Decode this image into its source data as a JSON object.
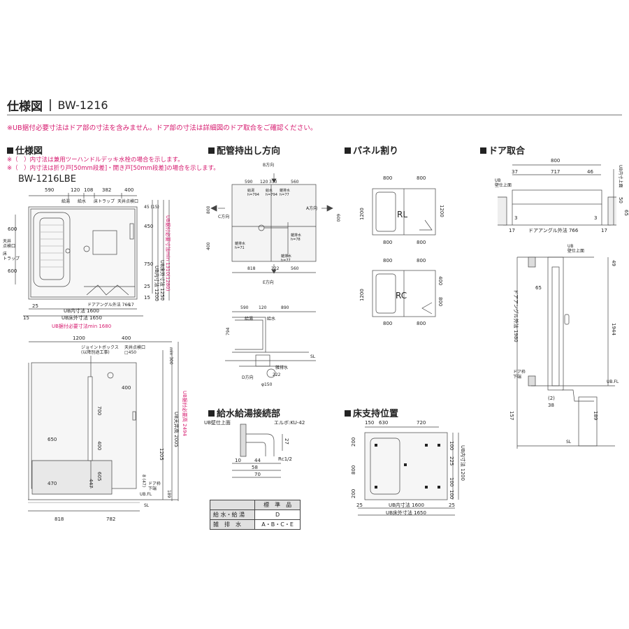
{
  "header": {
    "title": "仕様図",
    "model": "BW-1216"
  },
  "notice": "※UB据付必要寸法はドア部の寸法を含みません。ドア部の寸法は詳細図のドア取合をご確認ください。",
  "sections": {
    "spec": "仕様図",
    "piping": "配管持出し方向",
    "panel": "パネル割り",
    "door": "ドア取合",
    "supply": "給水給湯接続部",
    "floor": "床支持位置"
  },
  "spec_notes": [
    "※（　）内寸法は兼用ツーハンドルデッキ水栓の場合を示します。",
    "※（　）内寸法は折り戸[50mm段差]・開き戸[50mm段差]の場合を示します。"
  ],
  "spec_model": "BW-1216LBE",
  "plan": {
    "top_dims": [
      "590",
      "120",
      "108",
      "382",
      "400"
    ],
    "label_supply": "給湯",
    "label_water": "給水",
    "label_drain": "床トラップ",
    "label_ceiling": "天井点検口",
    "label_ceiling2": "天井\n点検口",
    "label_trap": "床\nトラップ",
    "right_dims": [
      "45 (15)",
      "450",
      "1200",
      "750",
      "25",
      "15"
    ],
    "left_dims": [
      "600",
      "600"
    ],
    "ub_inner_h": "UB内寸法 1200",
    "ub_outer_h": "UB床外寸法 1250",
    "ub_min_h": "UB据付必要寸法min 1310(1280)",
    "door_angle": "ドアアングル外法 766",
    "door_17": "17",
    "bottom_25": "25",
    "ub_inner_w": "UB内寸法 1600",
    "ub_outer_w": "UB床外寸法 1650",
    "ub_min_w": "UB据付必要寸法min 1680",
    "dim_15": "15"
  },
  "elevation": {
    "top": [
      "1200",
      "400"
    ],
    "junction": "ジョイントボックス\n(以降別途工事)",
    "ceiling_sq": "天井点検口\n□450",
    "min300": "min 300",
    "d400": "400",
    "d700": "700",
    "d650": "650",
    "d400b": "400",
    "d1205": "1205",
    "d605": "605",
    "d447": "447",
    "d470": "470",
    "d8": "8 (47)",
    "door_frame": "ドア枠\n下端",
    "ubfl": "UB.FL",
    "sl": "SL",
    "d189": "189",
    "ceiling_h": "UB天井高 2005",
    "min_h": "UB据付必要高 2494",
    "bottom": [
      "818",
      "782"
    ]
  },
  "piping": {
    "b_dir": "B方向",
    "a_dir": "A方向",
    "c_dir": "C方向",
    "e_dir": "E方向",
    "d_dir": "D方向",
    "top": [
      "590",
      "120",
      "330",
      "560"
    ],
    "kyuto": "給湯\nh=794",
    "kyusui": "給水\nh=794",
    "zatsu1": "雑排水\nh=77",
    "zatsu2": "雑排水\nh=71",
    "zatsu3": "雑排水\nh=78",
    "zatsu4": "雑排水\nh=77",
    "d800": "800",
    "d400": "400",
    "d600": "600",
    "bottom": [
      "818",
      "222",
      "560"
    ],
    "sec_top": [
      "590",
      "120",
      "890"
    ],
    "sec_kyuto": "給湯",
    "sec_kyusui": "給水",
    "sec_794": "794",
    "sec_zatsu": "雑排水",
    "sec_222": "222",
    "sec_150": "φ150",
    "sec_sl": "SL"
  },
  "panel": {
    "rl_top": [
      "800",
      "800"
    ],
    "rl_left": "1200",
    "rl_right": "1200",
    "rl_bottom": [
      "800",
      "800"
    ],
    "rl_label": "RL",
    "rc_top": [
      "800",
      "800"
    ],
    "rc_left": "1200",
    "rc_right": [
      "400",
      "800"
    ],
    "rc_bottom": [
      "800",
      "800"
    ],
    "rc_label": "RC"
  },
  "door": {
    "top": "800",
    "sub": [
      "37",
      "717",
      "46"
    ],
    "ub_wall": "UB\n壁仕上面",
    "ub_top": "UB内寸上面",
    "d50": "50",
    "d65": "65",
    "d3": "3",
    "d3b": "3",
    "d17": "17",
    "d17b": "17",
    "angle": "ドアアングル外法 766",
    "ub_wall2": "UB\n壁仕上面",
    "d49": "49",
    "d65b": "65",
    "angle_h": "ドアアングル外法 1980",
    "d1944": "1944",
    "frame": "ドア枠\n下端",
    "d2": "(2)",
    "d38": "38",
    "d157": "157",
    "d189": "189",
    "ubfl": "UB.FL",
    "sl": "SL"
  },
  "supply": {
    "wall": "UB壁仕上面",
    "elbow": "エルボ:KU-42",
    "d10": "10",
    "d44": "44",
    "d58": "58",
    "d70": "70",
    "d27": "27",
    "rc": "Rc1/2"
  },
  "spec_table": {
    "header": [
      "",
      "標　準　品"
    ],
    "rows": [
      {
        "label": "給 水・給 湯",
        "value": "D"
      },
      {
        "label": "雑　排　水",
        "value": "A・B・C・E"
      }
    ]
  },
  "floor": {
    "top": [
      "150",
      "630",
      "720"
    ],
    "left": [
      "200",
      "800",
      "200"
    ],
    "right": [
      "100",
      "225",
      "100",
      "100"
    ],
    "ub_inner_h": "UB内寸法 1200",
    "ub_inner_w": "UB内寸法 1600",
    "ub_outer_w": "UB床外寸法 1650",
    "d25": "25",
    "d25b": "25"
  }
}
